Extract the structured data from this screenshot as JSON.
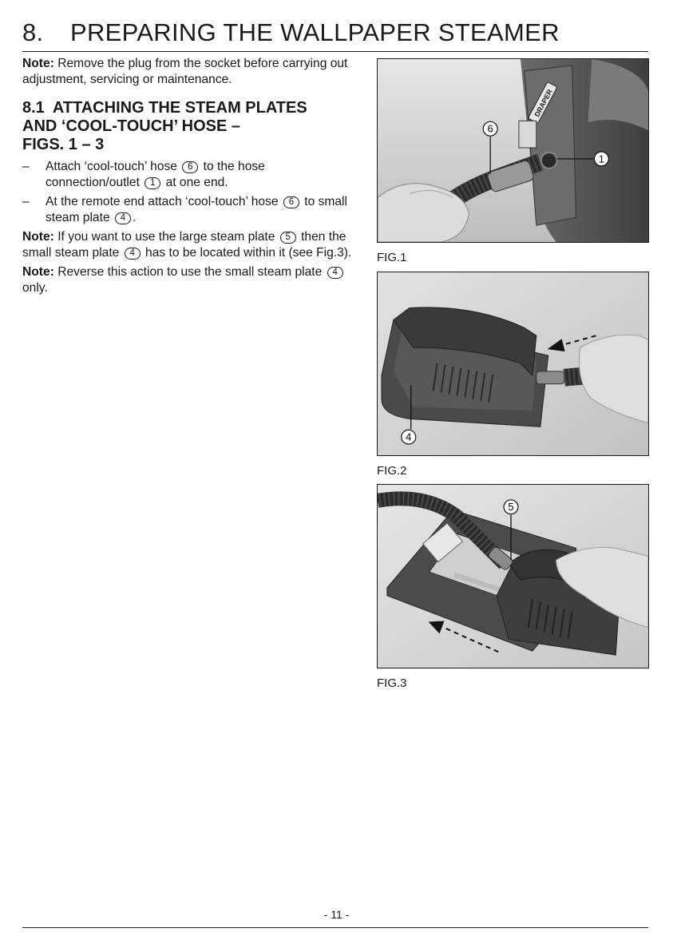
{
  "header": {
    "section_number": "8.",
    "title": "PREPARING THE WALLPAPER STEAMER"
  },
  "content": {
    "note_label": "Note:",
    "intro_note": "Remove the plug from the socket before carrying out adjustment, servicing or maintenance.",
    "subsection_number": "8.1",
    "subsection_title_line1": "ATTACHING THE STEAM PLATES",
    "subsection_title_line2": "AND ‘COOL-TOUCH’ HOSE –",
    "subsection_title_line3": "FIGS. 1 – 3",
    "step_dash": "–",
    "step1_a": "Attach ‘cool-touch’ hose",
    "step1_ref1": "6",
    "step1_b": "to the hose connection/outlet",
    "step1_ref2": "1",
    "step1_c": "at one end.",
    "step2_a": "At the remote end attach ‘cool-touch’ hose",
    "step2_ref1": "6",
    "step2_b": "to small steam plate",
    "step2_ref2": "4",
    "step2_c": ".",
    "note2_a": "If you want to use the large steam plate",
    "note2_ref1": "5",
    "note2_b": "then the small steam plate",
    "note2_ref2": "4",
    "note2_c": "has to be located within it (see Fig.3).",
    "note3_a": "Reverse this action to use the small steam plate",
    "note3_ref1": "4",
    "note3_b": "only."
  },
  "figures": {
    "fig1": {
      "caption": "FIG.1",
      "callout_hose": "6",
      "callout_outlet": "1",
      "logo_text": "DRAPER"
    },
    "fig2": {
      "caption": "FIG.2",
      "callout_small_plate": "4"
    },
    "fig3": {
      "caption": "FIG.3",
      "callout_large_plate": "5"
    }
  },
  "footer": {
    "page_number": "- 11 -"
  },
  "colors": {
    "text": "#1a1a1a",
    "photo_background": "#d4d4d4",
    "device_body": "#5a5a5a",
    "hose": "#2b2b2b"
  }
}
